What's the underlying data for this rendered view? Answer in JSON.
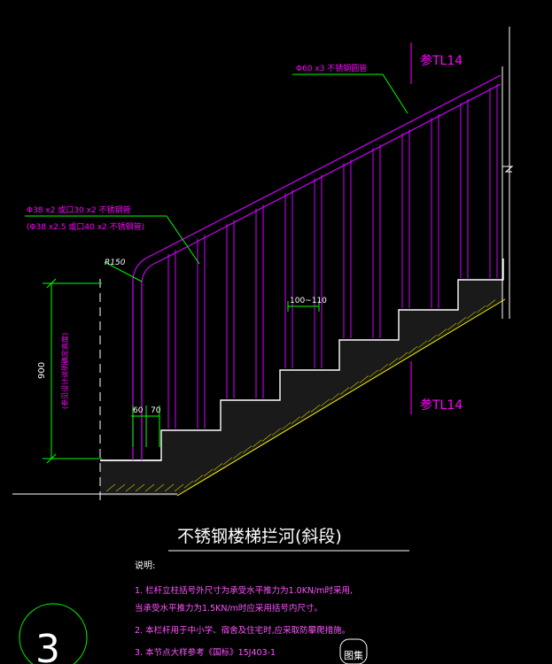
{
  "colors": {
    "background": "#000000",
    "structure": "#ffffff",
    "railing": "#d000ff",
    "dimension": "#00ff00",
    "leader": "#00ff00",
    "hatch": "#ffff00",
    "callout": "#ff00ff",
    "notes_text": "#ff55ff"
  },
  "labels": {
    "handrail_spec": "Φ60 x3 不锈钢圆管",
    "ref_top": "参TL14",
    "ref_bottom": "参TL14",
    "baluster_spec_1": "Φ38 x2 或口30 x2 不锈钢管",
    "baluster_spec_2": "(Φ38 x2.5 或口40 x2 不锈钢管)",
    "radius": "R150",
    "spacing": "100~110",
    "height_dim": "900",
    "height_note": "(参见设计说明确定高度)",
    "dim_60": "60",
    "dim_70": "70"
  },
  "title": {
    "main": "不锈钢楼梯拦河(斜段)"
  },
  "notes": {
    "heading": "说明:",
    "items": [
      "1.  栏杆立柱括号外尺寸为承受水平推力为1.0KN/m时采用,",
      "     当承受水平推力为1.5KN/m时应采用括号内尺寸。",
      "2.  本栏杆用于中小学、宿舍及住宅时,应采取防攀爬措施。",
      "3.  本节点大样参考《国标》15J403-1"
    ]
  },
  "callout": {
    "number": "3"
  },
  "stamp": {
    "text": "图集"
  }
}
